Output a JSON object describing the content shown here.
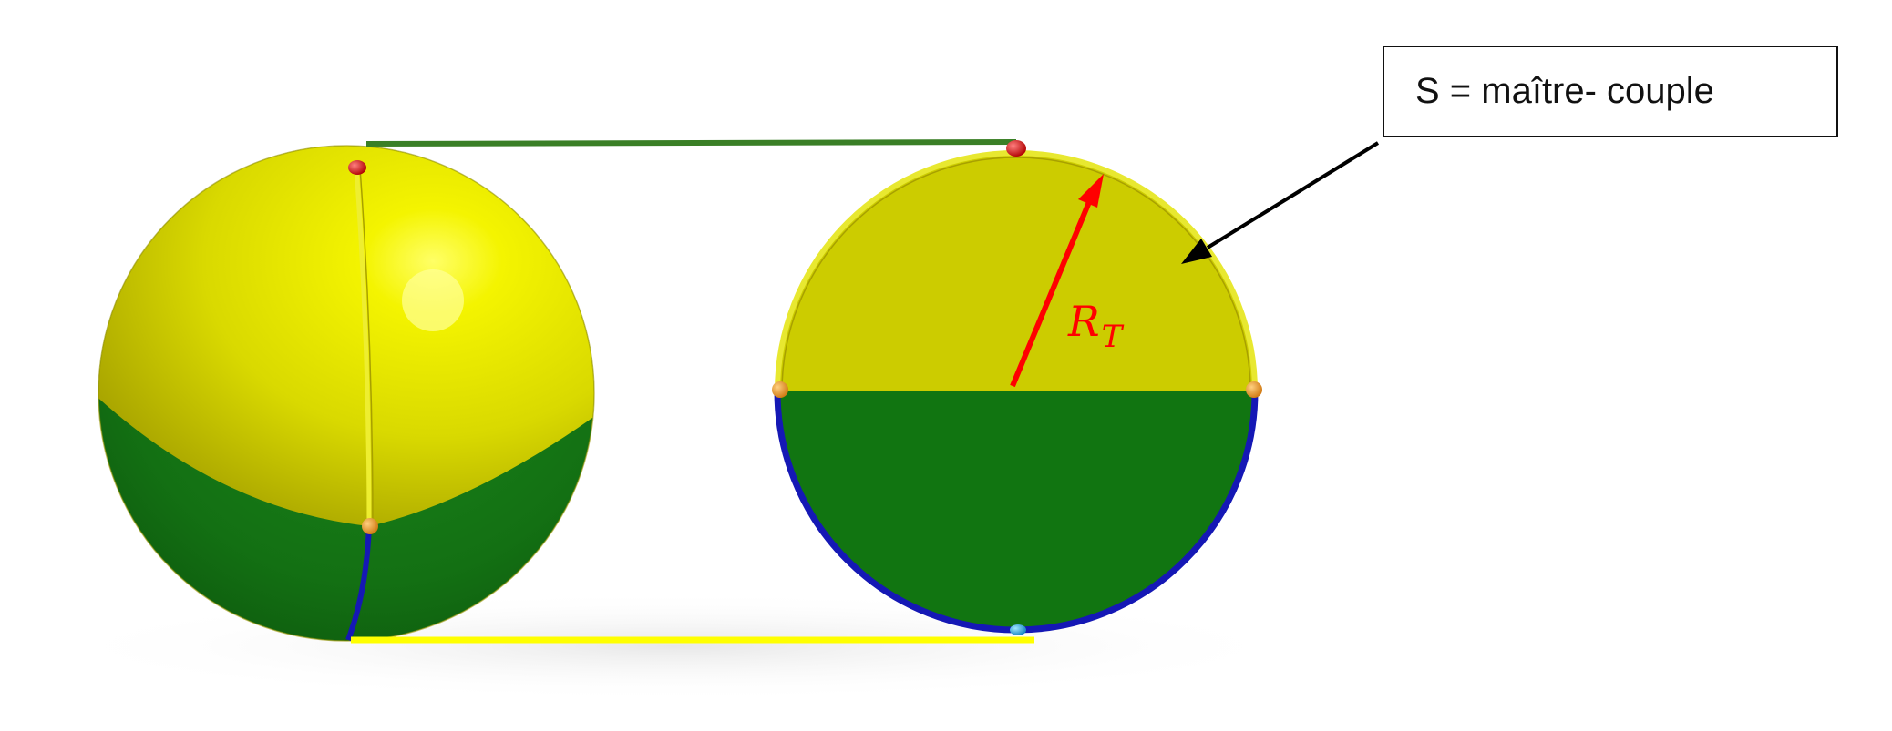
{
  "annotation": {
    "text": "S = maître- couple"
  },
  "radius": {
    "symbol": "R",
    "subscript": "T"
  },
  "colors": {
    "upper_hemisphere": "#cccc00",
    "lower_hemisphere": "#117511",
    "sphere_highlight": "#ffff55",
    "meridian_blue": "#1518b5",
    "pole_marker": "#cc1010",
    "equator_marker": "#f0a030",
    "south_pole_marker": "#22a0e0",
    "top_guide_line": "#3a7f26",
    "bottom_guide_line": "#ffff00",
    "radius_arrow": "#ff0000",
    "pointer_arrow": "#000000",
    "label_text": "#ff0000"
  }
}
